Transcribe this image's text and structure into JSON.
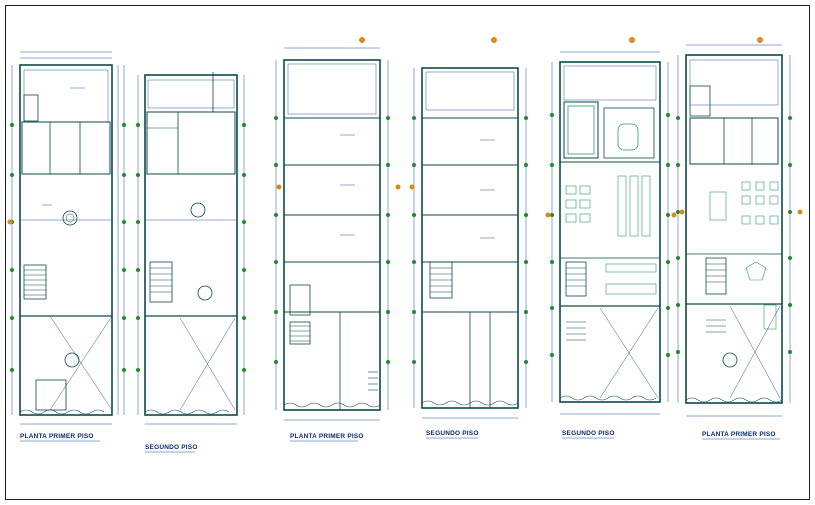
{
  "sheet_labels": [
    "PLANTA PRIMER PISO",
    "SEGUNDO PISO",
    "PLANTA PRIMER PISO",
    "SEGUNDO PISO",
    "SEGUNDO PISO",
    "PLANTA PRIMER PISO"
  ],
  "colors": {
    "wall": "#0d4a4a",
    "dimension": "#1f4fa0",
    "grid_node": "#1f8a2b",
    "north_mark": "#d98b1a",
    "furniture": "#2a9a6a"
  },
  "icons": [
    "north-arrow-icon",
    "grid-bubble-icon",
    "staircase-icon",
    "tree-icon",
    "furniture-icon"
  ]
}
